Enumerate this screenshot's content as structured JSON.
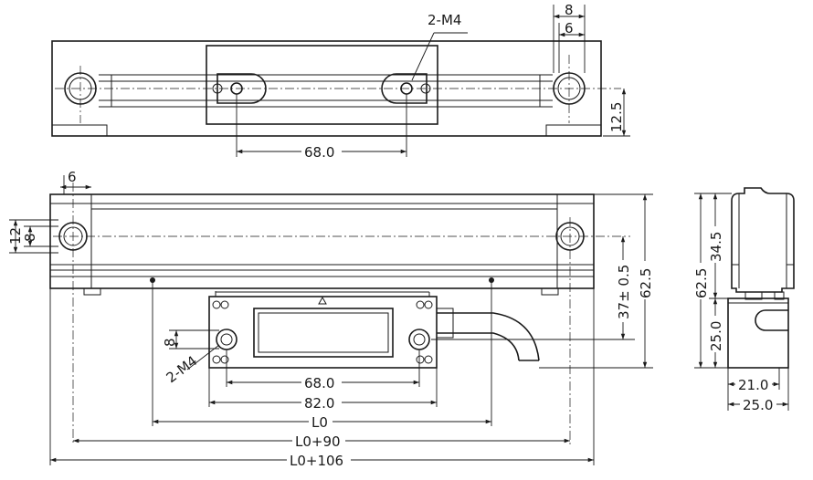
{
  "top_view": {
    "label_2m4": "2-M4",
    "dim_8": "8",
    "dim_6": "6",
    "dim_12_5": "12.5",
    "dim_68": "68.0"
  },
  "front_view": {
    "dim_6": "6",
    "dim_12": "12",
    "dim_8_left": "8",
    "dim_8_reader": "8",
    "label_2m4": "2-M4",
    "dim_68": "68.0",
    "dim_82": "82.0",
    "dim_l0": "L0",
    "dim_l0_90": "L0+90",
    "dim_l0_106": "L0+106",
    "dim_37": "37± 0.5",
    "dim_62_5": "62.5"
  },
  "side_view": {
    "dim_62_5": "62.5",
    "dim_34_5": "34.5",
    "dim_25_v": "25.0",
    "dim_21": "21.0",
    "dim_25_h": "25.0"
  }
}
